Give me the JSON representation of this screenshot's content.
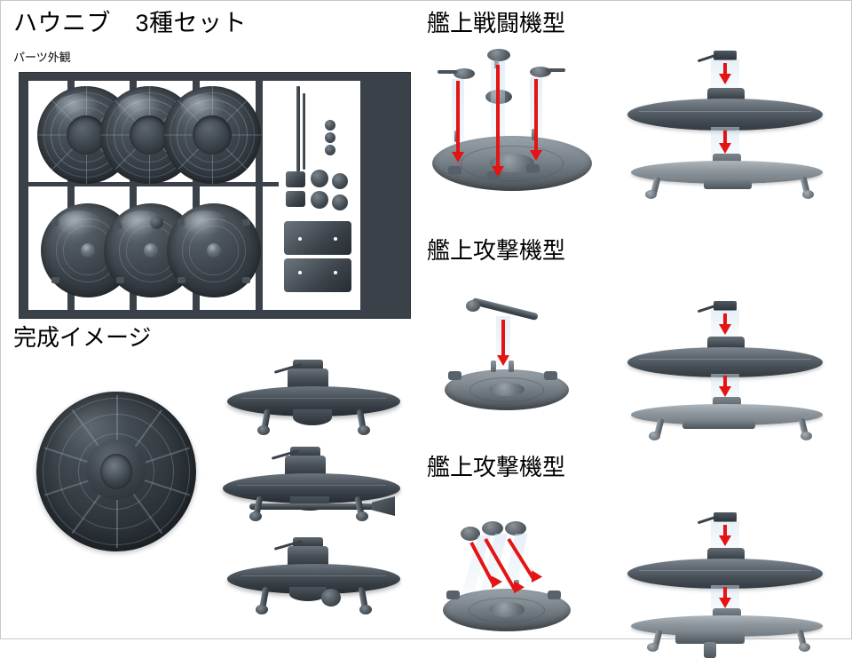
{
  "document": {
    "title": "ハウニブ　3種セット",
    "subtitle": "パーツ外観",
    "background_color": "#ffffff",
    "arrow_color": "#e41414",
    "sprue_frame_color": "#3b4148",
    "part_color": "#3a4148"
  },
  "sections": {
    "parts_overview": {
      "heading": "パーツ外観",
      "parts_count_top_row": 3,
      "parts_count_bottom_row": 3
    },
    "completed_image": {
      "heading": "完成イメージ",
      "views": [
        {
          "name": "top-view",
          "label": "完成イメージ"
        },
        {
          "name": "side-view-fighter",
          "label": "艦上戦闘機型"
        },
        {
          "name": "side-view-attacker-torpedo",
          "label": "艦上攻撃機型"
        },
        {
          "name": "side-view-attacker-bomb",
          "label": "艦上攻撃機型"
        }
      ]
    },
    "assembly": [
      {
        "heading": "艦上戦闘機型",
        "exploded_parts": 3,
        "arrow_count_left": 3,
        "arrow_count_right": 2,
        "arrow_direction": "down"
      },
      {
        "heading": "艦上攻撃機型",
        "exploded_parts": 1,
        "arrow_count_left": 1,
        "arrow_count_right": 2,
        "arrow_direction": "down"
      },
      {
        "heading": "艦上攻撃機型",
        "exploded_parts": 3,
        "arrow_count_left": 3,
        "arrow_count_right": 2,
        "arrow_direction": "diagonal-down"
      }
    ]
  }
}
